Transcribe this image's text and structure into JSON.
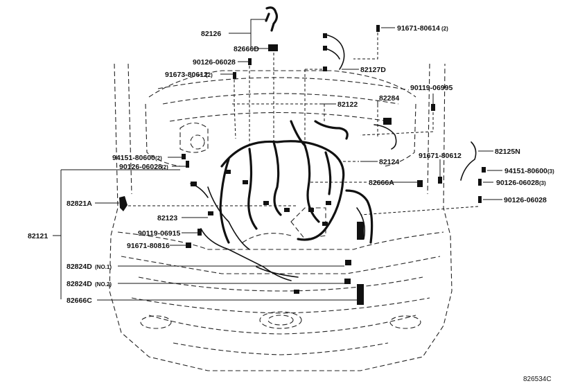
{
  "callouts": {
    "p82126": "82126",
    "p82666D": "82666D",
    "p90126_06028_top": "90126-06028",
    "p91673_80612": "91673-80612",
    "p91673_80612_qty": "(2)",
    "p91671_80614": "91671-80614",
    "p91671_80614_qty": "(2)",
    "p82127D": "82127D",
    "p90119_06995": "90119-06995",
    "p82122": "82122",
    "p82284": "82284",
    "p94151_80600_left": "94151-80600",
    "p94151_80600_left_qty": "(2)",
    "p90126_06028_left": "90126-06028",
    "p90126_06028_left_qty": "(2)",
    "p82124": "82124",
    "p91671_80612": "91671-80612",
    "p82125N": "82125N",
    "p94151_80600_right": "94151-80600",
    "p94151_80600_right_qty": "(3)",
    "p82666A": "82666A",
    "p90126_06028_right": "90126-06028",
    "p90126_06028_right_qty": "(3)",
    "p90126_06028_far": "90126-06028",
    "p82821A": "82821A",
    "p82123": "82123",
    "p90119_06915": "90119-06915",
    "p82121": "82121",
    "p91671_80816": "91671-80816",
    "p82824D_1": "82824D",
    "p82824D_1_qty": "(NO.1)",
    "p82824D_2": "82824D",
    "p82824D_2_qty": "(NO.2)",
    "p82666C": "82666C"
  },
  "diagram_code": "826534C"
}
